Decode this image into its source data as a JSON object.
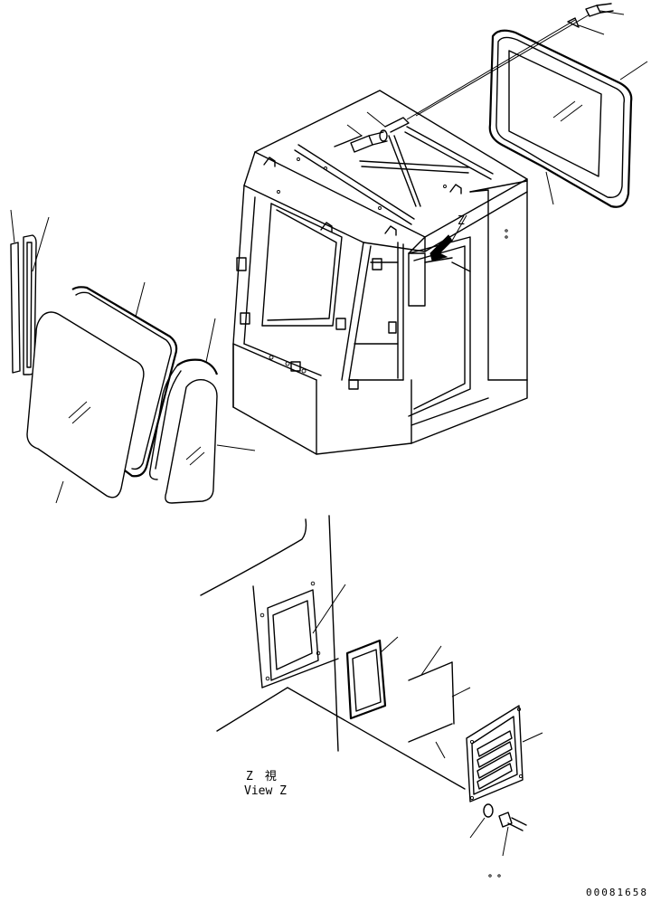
{
  "view": {
    "title_jp": "Z　視",
    "title_en": "View Z",
    "marker": "Z"
  },
  "drawing_code": "00081658",
  "colors": {
    "line": "#000000",
    "background": "#ffffff"
  }
}
